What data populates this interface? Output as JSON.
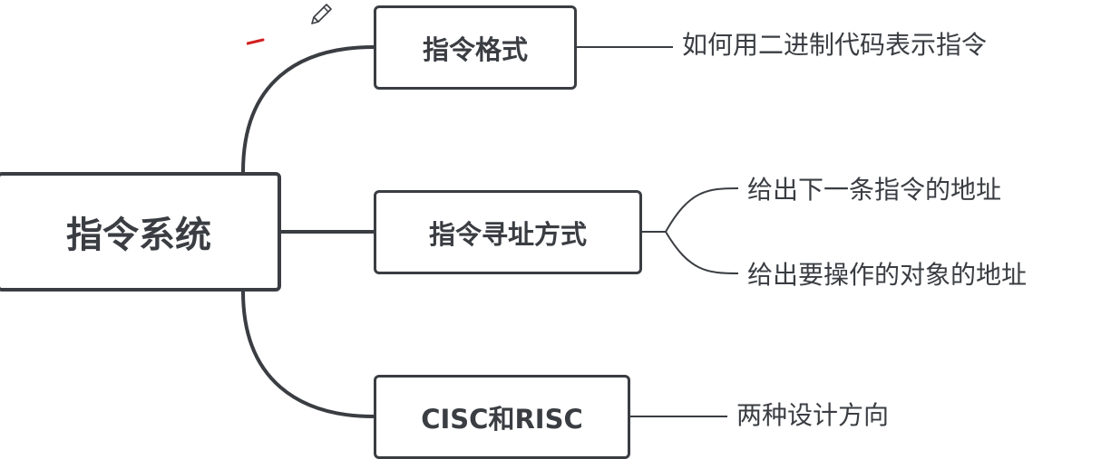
{
  "root": {
    "label": "指令系统"
  },
  "branches": [
    {
      "label": "指令格式",
      "leaves": [
        "如何用二进制代码表示指令"
      ]
    },
    {
      "label": "指令寻址方式",
      "leaves": [
        "给出下一条指令的地址",
        "给出要操作的对象的地址"
      ]
    },
    {
      "label": "CISC和RISC",
      "leaves": [
        "两种设计方向"
      ]
    }
  ],
  "colors": {
    "stroke": "#3a3d42",
    "background": "#ffffff",
    "annotation_mark": "#d21f1f"
  },
  "icons": [
    "pencil-icon"
  ]
}
